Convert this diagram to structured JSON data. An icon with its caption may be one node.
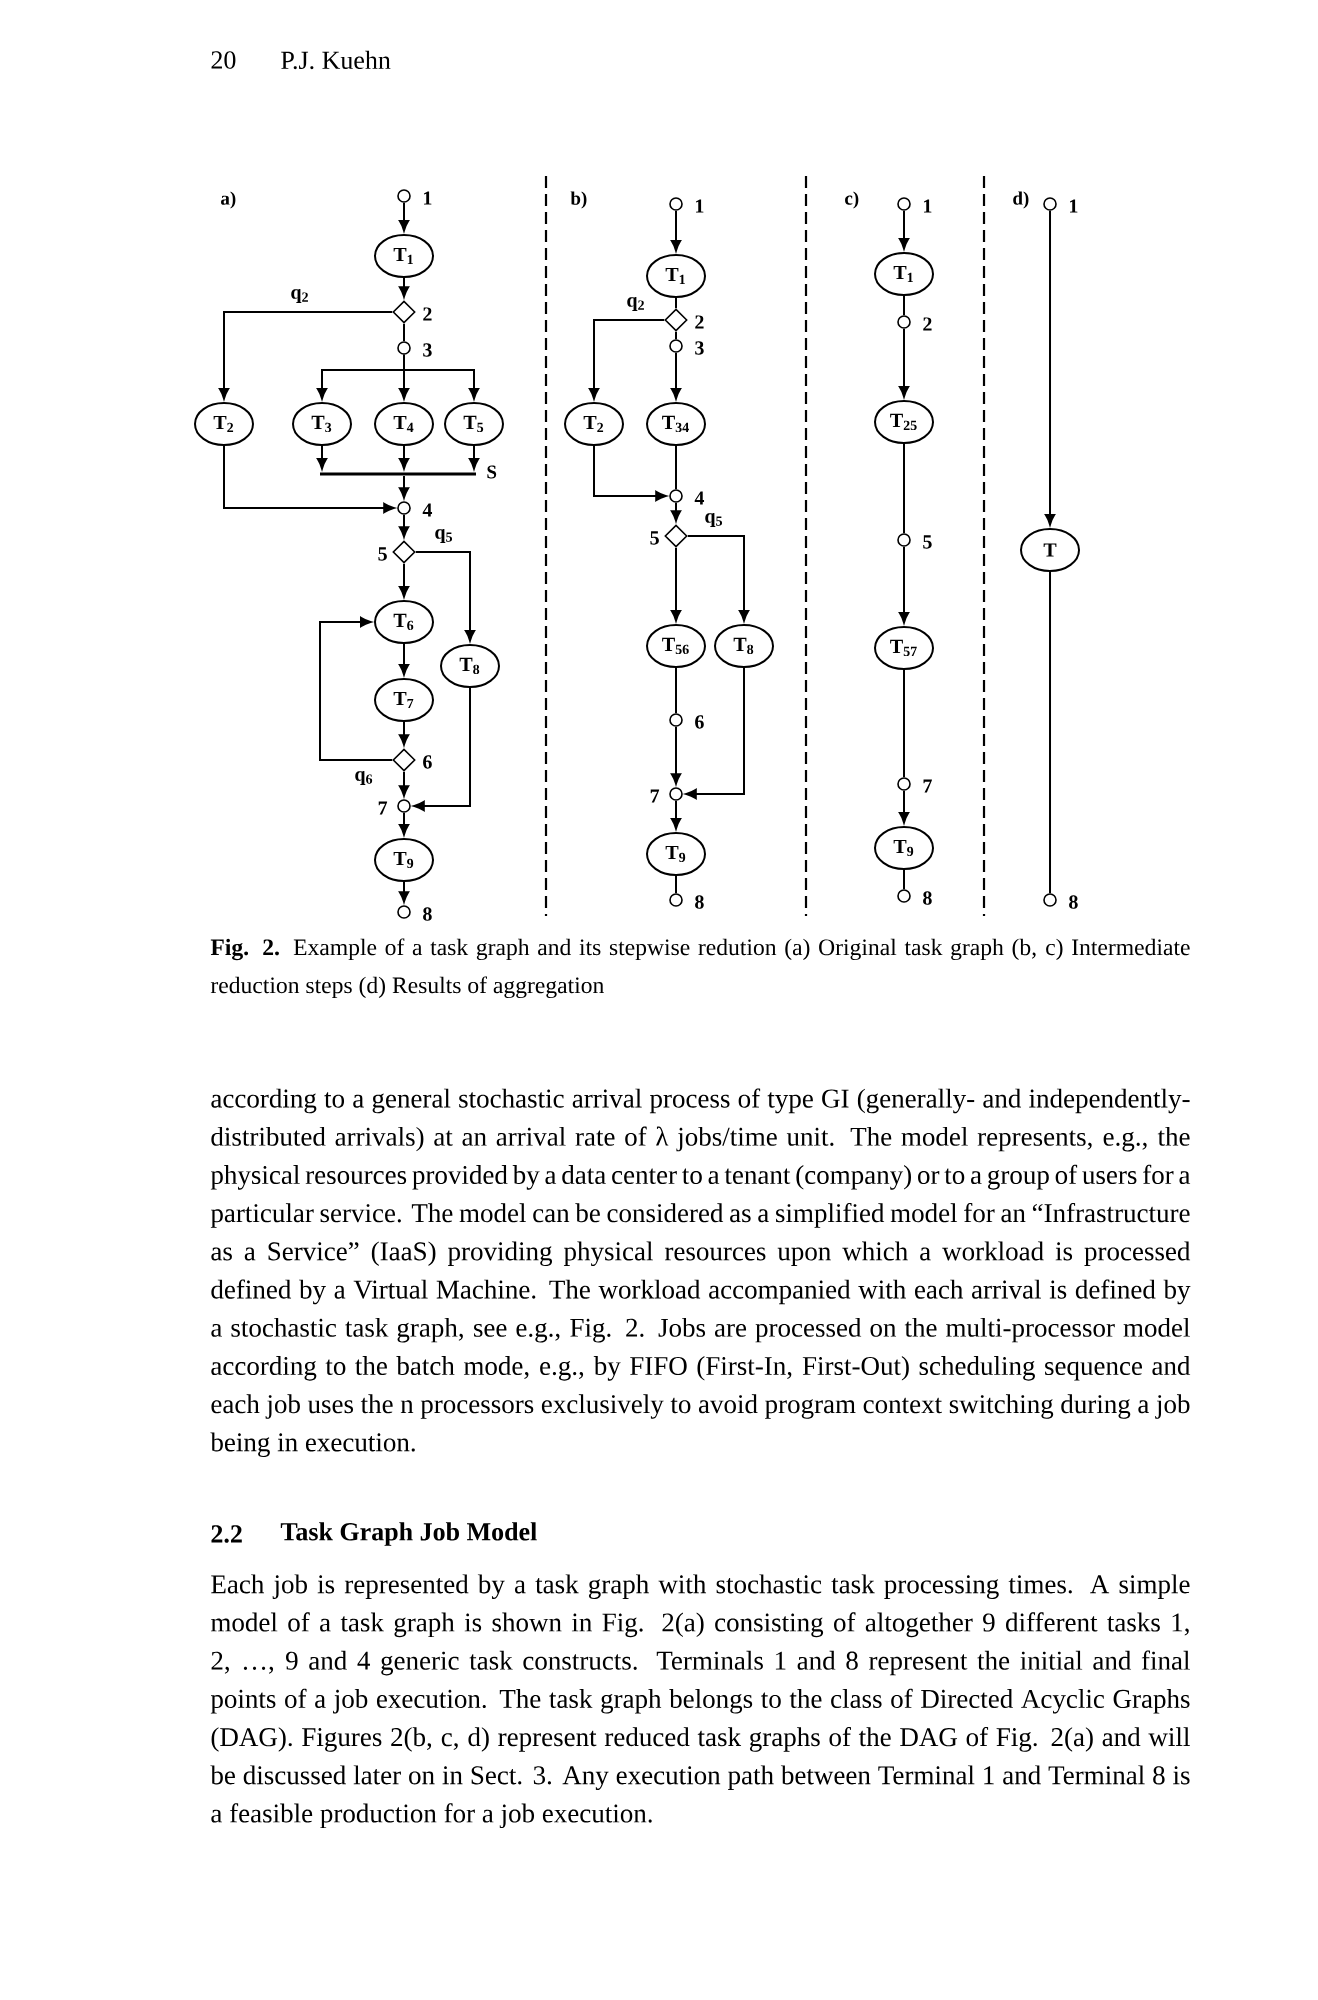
{
  "diagram": {
    "caption": "**Fig. 2.** Example of a task graph and its stepwise redution (a) Original task graph (b, c) Intermediate reduction steps (d) Results of aggregation",
    "nodes": [
      {
        "text": [],
        "shape": "circle",
        "beside": [
          "1"
        ]
      },
      {
        "text": [
          "T$_{1}$"
        ]
      },
      {
        "text": [],
        "shape": "diamond",
        "beside": [
          "2"
        ]
      },
      {
        "text": [],
        "shape": "circle",
        "beside": [
          "3"
        ]
      },
      {
        "text": [
          "T$_{2}$"
        ]
      },
      {
        "text": [
          "T$_{3}$"
        ]
      },
      {
        "text": [
          "T$_{4}$"
        ]
      },
      {
        "text": [
          "T$_{5}$"
        ]
      },
      {
        "text": [],
        "shape": "circle",
        "beside": [
          "4"
        ]
      },
      {
        "text": [],
        "shape": "diamond",
        "beside": [
          "5"
        ]
      },
      {
        "text": [
          "T$_{6}$"
        ]
      },
      {
        "text": [
          "T$_{8}$"
        ]
      },
      {
        "text": [
          "T$_{7}$"
        ]
      },
      {
        "text": [],
        "shape": "diamond",
        "beside": [
          "6"
        ]
      },
      {
        "text": [],
        "shape": "circle",
        "beside": [
          "7"
        ]
      },
      {
        "text": [
          "T$_{9}$"
        ]
      },
      {
        "text": [],
        "shape": "circle",
        "beside": [
          "8"
        ]
      },
      {
        "text": [],
        "shape": "circle",
        "beside": [
          "1"
        ]
      },
      {
        "text": [
          "T$_{1}$"
        ]
      },
      {
        "text": [],
        "shape": "diamond",
        "beside": [
          "2"
        ]
      },
      {
        "text": [],
        "shape": "circle",
        "beside": [
          "3"
        ]
      },
      {
        "text": [
          "T$_{2}$"
        ]
      },
      {
        "text": [
          "T$_{34}$"
        ]
      },
      {
        "text": [],
        "shape": "circle",
        "beside": [
          "4"
        ]
      },
      {
        "text": [],
        "shape": "diamond",
        "beside": [
          "5"
        ]
      },
      {
        "text": [
          "T$_{56}$"
        ]
      },
      {
        "text": [
          "T$_{8}$"
        ]
      },
      {
        "text": [],
        "shape": "circle",
        "beside": [
          "6"
        ]
      },
      {
        "text": [],
        "shape": "circle",
        "beside": [
          "7"
        ]
      },
      {
        "text": [
          "T$_{9}$"
        ]
      },
      {
        "text": [],
        "shape": "circle",
        "beside": [
          "8"
        ]
      },
      {
        "text": [],
        "shape": "circle",
        "beside": [
          "1"
        ]
      },
      {
        "text": [
          "T$_{1}$"
        ]
      },
      {
        "text": [],
        "shape": "circle",
        "beside": [
          "2"
        ]
      },
      {
        "text": [
          "T$_{25}$"
        ]
      },
      {
        "text": [],
        "shape": "circle",
        "beside": [
          "5"
        ]
      },
      {
        "text": [
          "T$_{57}$"
        ]
      },
      {
        "text": [],
        "shape": "circle",
        "beside": [
          "7"
        ]
      },
      {
        "text": [
          "T$_{9}$"
        ]
      },
      {
        "text": [],
        "shape": "circle",
        "beside": [
          "8"
        ]
      },
      {
        "text": [],
        "shape": "circle",
        "beside": [
          "1"
        ]
      },
      {
        "text": [
          "T"
        ]
      },
      {
        "text": [],
        "shape": "circle",
        "beside": [
          "8"
        ]
      },
      {
        "text": [],
        "shape": "bar"
      }
    ],
    "edges": [
      {
        "from": 0,
        "to": 1,
        "arrow": "to"
      },
      {
        "from": 1,
        "to": 2,
        "arrow": "to"
      },
      {
        "from": 2,
        "to": 4,
        "arrow": "to",
        "label": "q$_{2}$"
      },
      {
        "from": 2,
        "to": 3,
        "arrow": "none"
      },
      {
        "from": 3,
        "to": 5,
        "arrow": "to"
      },
      {
        "from": 3,
        "to": 6,
        "arrow": "to"
      },
      {
        "from": 3,
        "to": 7,
        "arrow": "to"
      },
      {
        "from": 5,
        "to": 43,
        "arrow": "to"
      },
      {
        "from": 43,
        "to": 8,
        "arrow": "to"
      },
      {
        "from": 7,
        "to": 43,
        "arrow": "to"
      },
      {
        "from": 4,
        "to": 8,
        "arrow": "to"
      },
      {
        "from": 8,
        "to": 9,
        "arrow": "to"
      },
      {
        "from": 9,
        "to": 10,
        "arrow": "to"
      },
      {
        "from": 9,
        "to": 11,
        "arrow": "to",
        "label": "q$_{5}$"
      },
      {
        "from": 10,
        "to": 12,
        "arrow": "to"
      },
      {
        "from": 12,
        "to": 13,
        "arrow": "to"
      },
      {
        "from": 13,
        "to": 10,
        "arrow": "to",
        "label": "q$_{6}$"
      },
      {
        "from": 13,
        "to": 14,
        "arrow": "to"
      },
      {
        "from": 11,
        "to": 14,
        "arrow": "to"
      },
      {
        "from": 14,
        "to": 15,
        "arrow": "to"
      },
      {
        "from": 15,
        "to": 16,
        "arrow": "to"
      },
      {
        "from": 17,
        "to": 18,
        "arrow": "to"
      },
      {
        "from": 18,
        "to": 19,
        "arrow": "none"
      },
      {
        "from": 19,
        "to": 21,
        "arrow": "to",
        "label": "q$_{2}$"
      },
      {
        "from": 19,
        "to": 20,
        "arrow": "none"
      },
      {
        "from": 20,
        "to": 22,
        "arrow": "to"
      },
      {
        "from": 21,
        "to": 23,
        "arrow": "to"
      },
      {
        "from": 22,
        "to": 23,
        "arrow": "none"
      },
      {
        "from": 23,
        "to": 24,
        "arrow": "to"
      },
      {
        "from": 24,
        "to": 25,
        "arrow": "to"
      },
      {
        "from": 24,
        "to": 26,
        "arrow": "to",
        "label": "q$_{5}$"
      },
      {
        "from": 25,
        "to": 27,
        "arrow": "none"
      },
      {
        "from": 27,
        "to": 28,
        "arrow": "to"
      },
      {
        "from": 26,
        "to": 28,
        "arrow": "to"
      },
      {
        "from": 28,
        "to": 29,
        "arrow": "to"
      },
      {
        "from": 29,
        "to": 30,
        "arrow": "none"
      },
      {
        "from": 31,
        "to": 32,
        "arrow": "to"
      },
      {
        "from": 32,
        "to": 33,
        "arrow": "none"
      },
      {
        "from": 33,
        "to": 34,
        "arrow": "to"
      },
      {
        "from": 34,
        "to": 35,
        "arrow": "none"
      },
      {
        "from": 35,
        "to": 36,
        "arrow": "to"
      },
      {
        "from": 36,
        "to": 37,
        "arrow": "none"
      },
      {
        "from": 37,
        "to": 38,
        "arrow": "to"
      },
      {
        "from": 38,
        "to": 39,
        "arrow": "none"
      },
      {
        "from": 40,
        "to": 41,
        "arrow": "to"
      },
      {
        "from": 41,
        "to": 42,
        "arrow": "none"
      },
      {
        "from": 6,
        "to": 43,
        "arrow": "to"
      }
    ],
    "labels": [
      "20",
      "P.J. Kuehn",
      "a)",
      "b)",
      "c)",
      "d)",
      "S",
      "according to a general stochastic arrival process of type GI (generally- and independently-distributed arrivals) at an arrival rate of λ jobs/time unit. The model represents, e.g., the physical resources provided by a data center to a tenant (company) or to a group of users for a particular service. The model can be considered as a simplified model for an “Infrastructure as a Service” (IaaS) providing physical resources upon which a workload is processed defined by a Virtual Machine. The workload accompanied with each arrival is defined by a stochastic task graph, see e.g., Fig. 2. Jobs are processed on the multi-processor model according to the batch mode, e.g., by FIFO (First-In, First-Out) scheduling sequence and each job uses the n processors exclusively to avoid program context switching during a job being in execution.",
      "2.2",
      "Task Graph Job Model",
      "Each job is represented by a task graph with stochastic task processing times. A simple model of a task graph is shown in Fig. 2(a) consisting of altogether 9 different tasks 1, 2, …, 9 and 4 generic task constructs. Terminals 1 and 8 represent the initial and final points of a job execution. The task graph belongs to the class of Directed Acyclic Graphs (DAG). Figures 2(b, c, d) represent reduced task graphs of the DAG of Fig. 2(a) and will be discussed later on in Sect. 3. Any execution path between Terminal 1 and Terminal 8 is a feasible production for a job execution."
    ]
  }
}
